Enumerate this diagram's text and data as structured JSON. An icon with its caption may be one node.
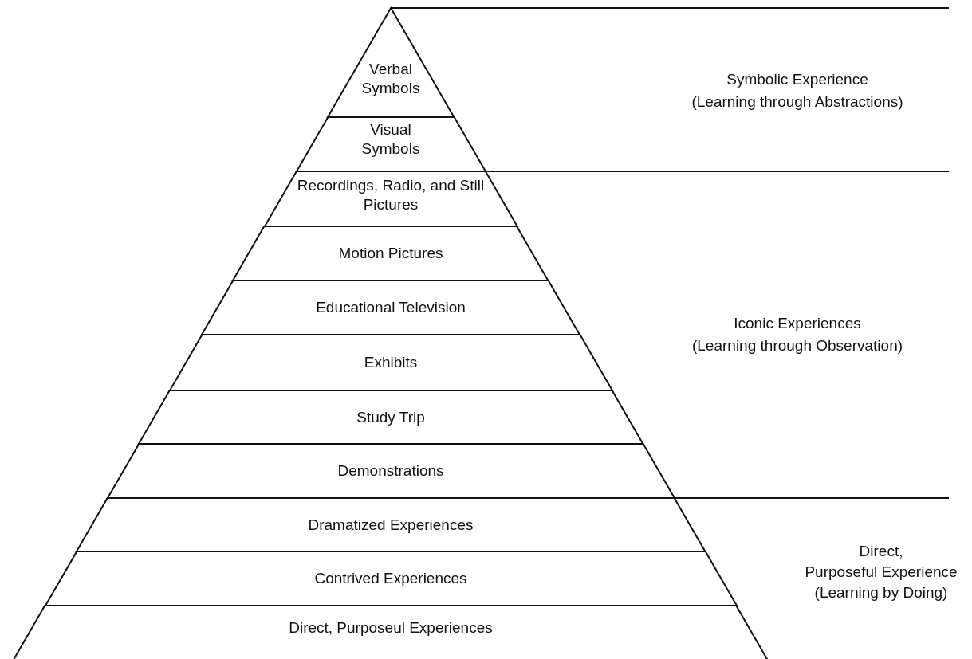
{
  "diagram": {
    "nodes": [
      {
        "text": [
          "Verbal Symbols"
        ]
      },
      {
        "text": [
          "Visual Symbols"
        ]
      },
      {
        "text": [
          "Recordings, Radio, and Still Pictures"
        ]
      },
      {
        "text": [
          "Motion Pictures"
        ]
      },
      {
        "text": [
          "Educational Television"
        ]
      },
      {
        "text": [
          "Exhibits"
        ]
      },
      {
        "text": [
          "Study Trip"
        ]
      },
      {
        "text": [
          "Demonstrations"
        ]
      },
      {
        "text": [
          "Dramatized Experiences"
        ]
      },
      {
        "text": [
          "Contrived Experiences"
        ]
      },
      {
        "text": [
          "Direct, Purposeul Experiences"
        ]
      }
    ],
    "edges": [],
    "labels": [
      "Symbolic Experience",
      "(Learning through Abstractions)",
      "Iconic Experiences",
      "(Learning through Observation)",
      "Direct,",
      "Purposeful Experience",
      "(Learning by Doing)"
    ]
  }
}
